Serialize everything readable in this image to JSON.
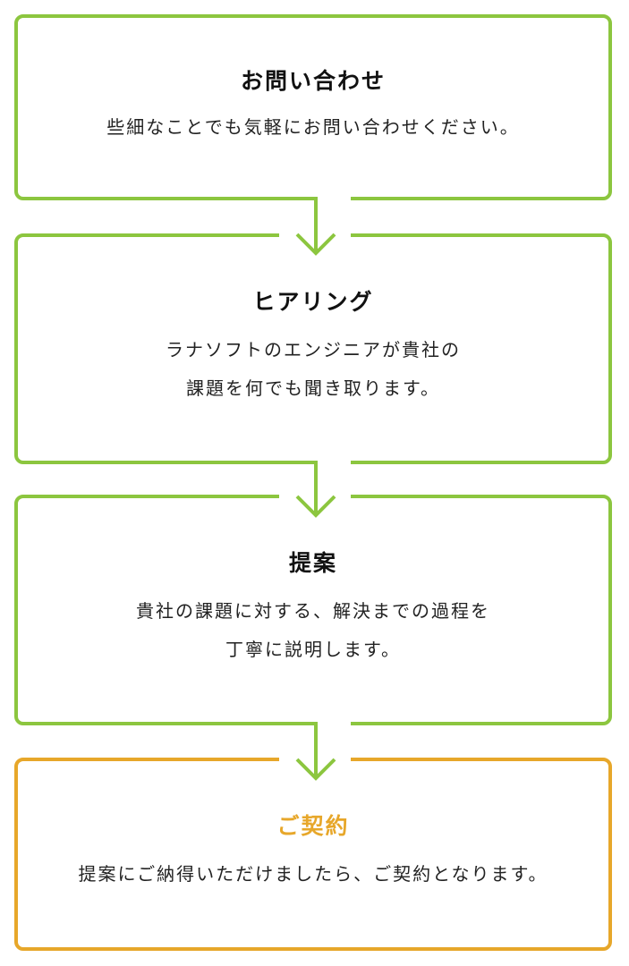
{
  "flow": {
    "steps": [
      {
        "title": "お問い合わせ",
        "lines": [
          "些細なことでも気軽にお問い合わせください。"
        ]
      },
      {
        "title": "ヒアリング",
        "lines": [
          "ラナソフトのエンジニアが貴社の",
          "課題を何でも聞き取ります。"
        ]
      },
      {
        "title": "提案",
        "lines": [
          "貴社の課題に対する、解決までの過程を",
          "丁寧に説明します。"
        ]
      },
      {
        "title": "ご契約",
        "lines": [
          "提案にご納得いただけましたら、ご契約となります。"
        ]
      }
    ]
  },
  "colors": {
    "step_border": "#8cc63f",
    "final_accent": "#e7a72a",
    "background": "#ffffff",
    "text": "#222222"
  }
}
